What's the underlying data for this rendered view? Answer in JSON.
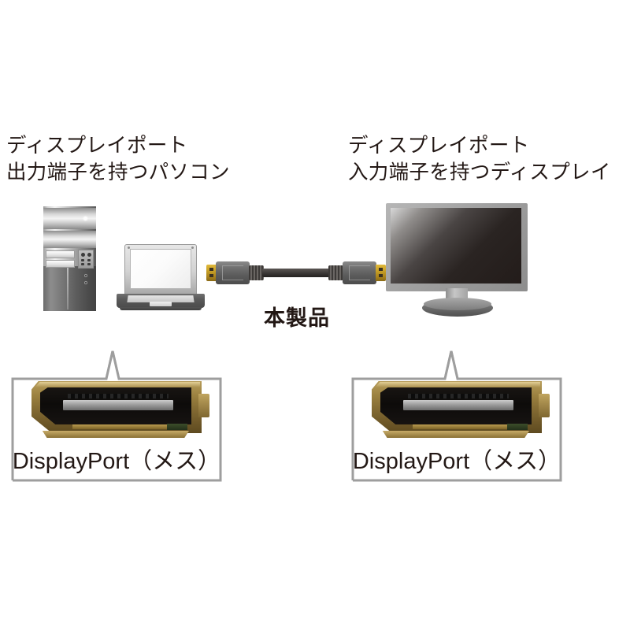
{
  "diagram": {
    "title": "DisplayPort cable connection diagram",
    "background_color": "#ffffff",
    "text_color": "#231815",
    "frame_color": "#9e9e9e"
  },
  "labels": {
    "pc_side": "ディスプレイポート\n出力端子を持つパソコン",
    "monitor_side": "ディスプレイポート\n入力端子を持つディスプレイ",
    "product": "本製品"
  },
  "devices": {
    "tower": {
      "name": "desktop-pc-tower"
    },
    "laptop": {
      "name": "laptop-pc"
    },
    "monitor": {
      "name": "lcd-monitor"
    },
    "cable": {
      "name": "displayport-cable",
      "connector_color": "#caa228",
      "body_color": "#5b5b5b"
    }
  },
  "callouts": [
    {
      "caption": "DisplayPort（メス）",
      "side": "left"
    },
    {
      "caption": "DisplayPort（メス）",
      "side": "right"
    }
  ]
}
